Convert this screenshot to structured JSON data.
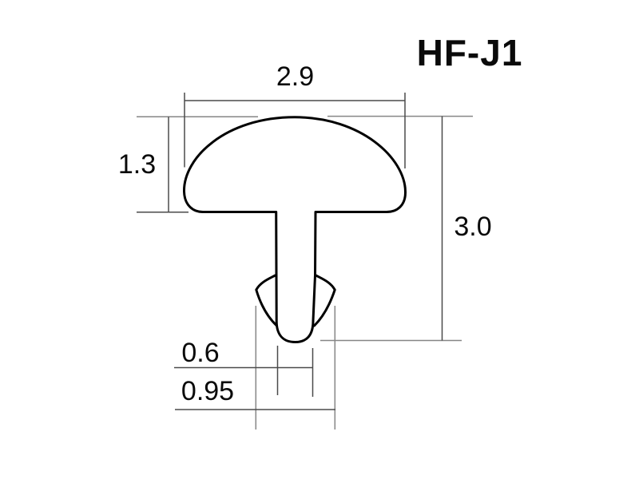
{
  "title": "HF-J1",
  "dimensions": {
    "crown_width": "2.9",
    "crown_height": "1.3",
    "overall_height": "3.0",
    "tang_width": "0.6",
    "barb_width": "0.95"
  },
  "colors": {
    "background": "#ffffff",
    "outline": "#000000",
    "dimension_lines": "#4a4a4a",
    "reference_lines": "#868686",
    "text": "#0a0a0a"
  }
}
